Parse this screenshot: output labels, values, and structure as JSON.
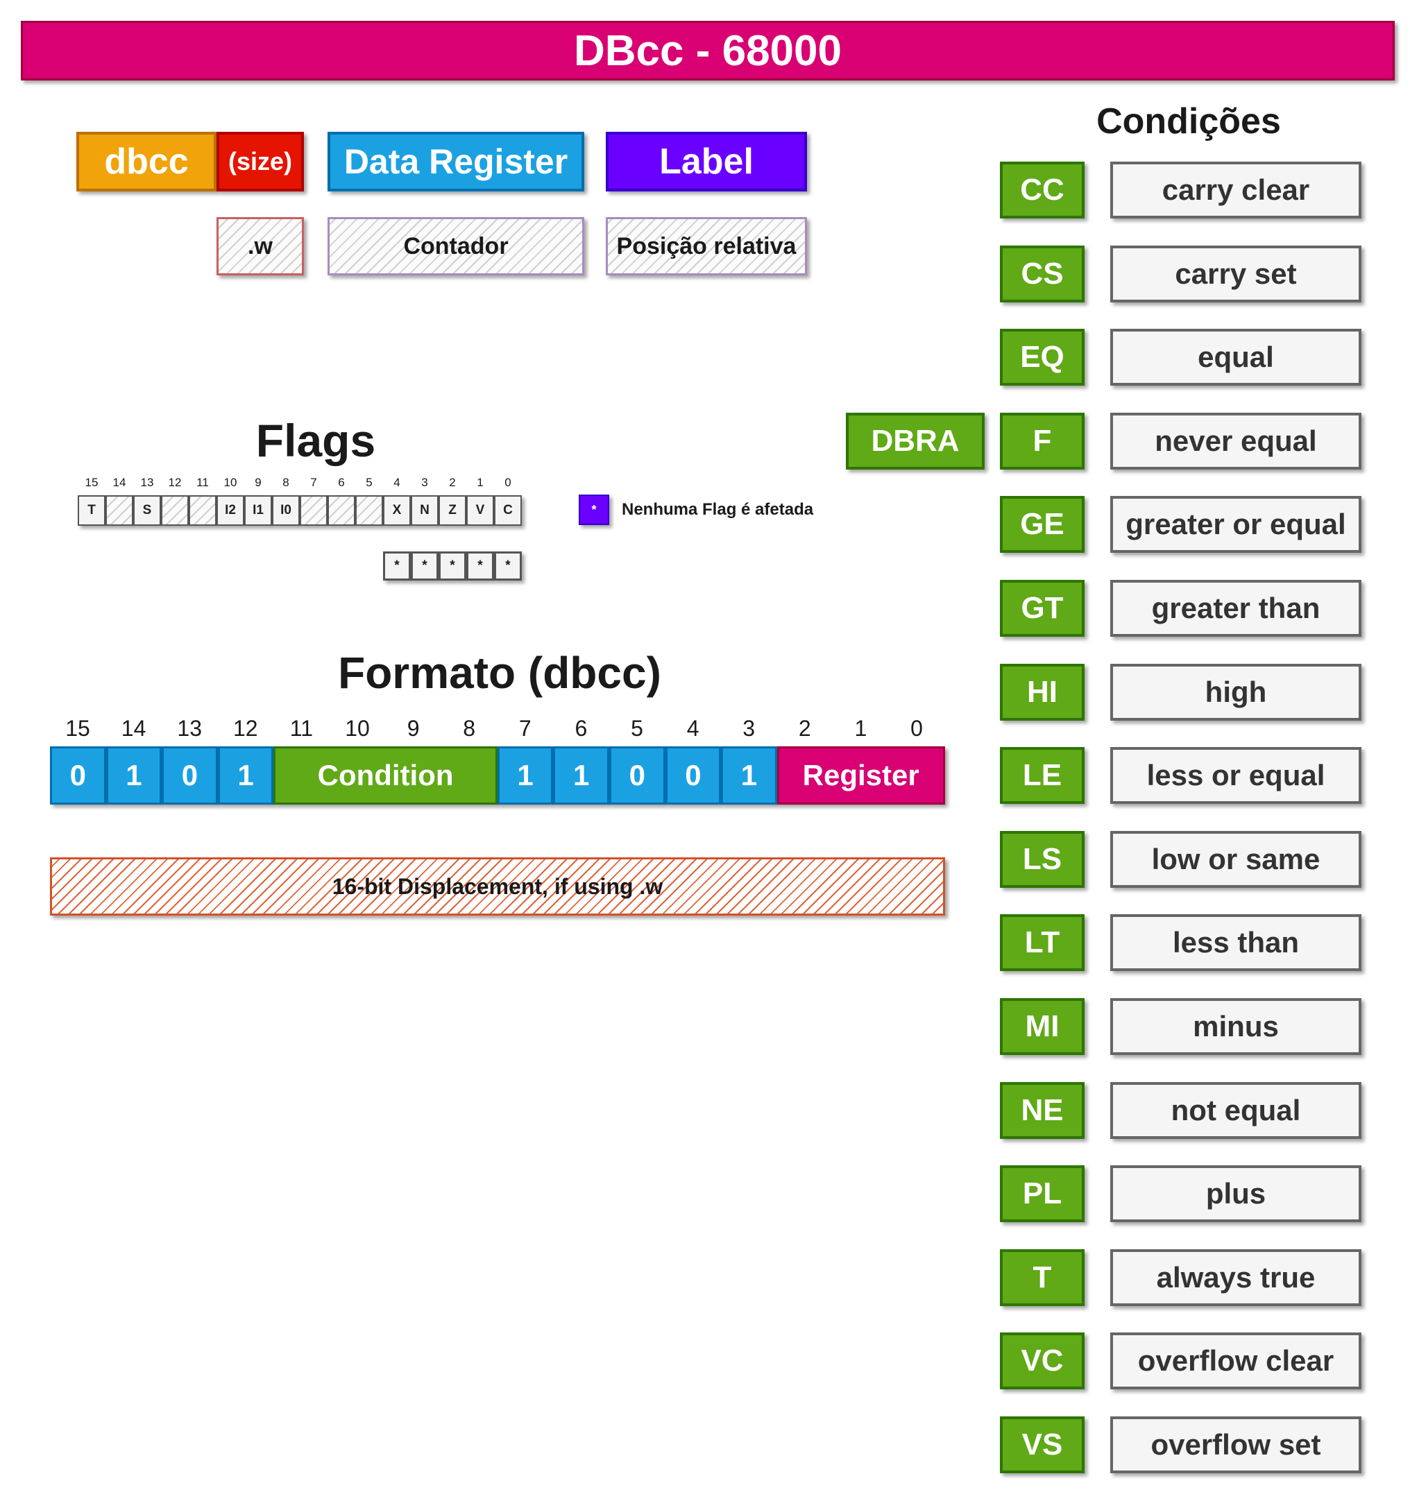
{
  "title": "DBcc - 68000",
  "syntax": {
    "tokens": [
      {
        "label": "dbcc",
        "color": "#f0a30a"
      },
      {
        "label": "(size)",
        "color": "#e51400"
      },
      {
        "label": "Data Register",
        "color": "#1ba1e2"
      },
      {
        "label": "Label",
        "color": "#6a00ff"
      }
    ],
    "captions": [
      ".w",
      "Contador",
      "Posição relativa"
    ]
  },
  "flags": {
    "title": "Flags",
    "bit_numbers": [
      "15",
      "14",
      "13",
      "12",
      "11",
      "10",
      "9",
      "8",
      "7",
      "6",
      "5",
      "4",
      "3",
      "2",
      "1",
      "0"
    ],
    "cells": [
      "T",
      "",
      "S",
      "",
      "",
      "I2",
      "I1",
      "I0",
      "",
      "",
      "",
      "X",
      "N",
      "Z",
      "V",
      "C"
    ],
    "affected": [
      "*",
      "*",
      "*",
      "*",
      "*"
    ],
    "legend": {
      "symbol": "*",
      "text": "Nenhuma Flag é afetada"
    }
  },
  "format": {
    "title": "Formato (dbcc)",
    "bit_numbers": [
      "15",
      "14",
      "13",
      "12",
      "11",
      "10",
      "9",
      "8",
      "7",
      "6",
      "5",
      "4",
      "3",
      "2",
      "1",
      "0"
    ],
    "fields": [
      {
        "label": "0",
        "color": "#1ba1e2"
      },
      {
        "label": "1",
        "color": "#1ba1e2"
      },
      {
        "label": "0",
        "color": "#1ba1e2"
      },
      {
        "label": "1",
        "color": "#1ba1e2"
      },
      {
        "label": "Condition",
        "color": "#60a917"
      },
      {
        "label": "1",
        "color": "#1ba1e2"
      },
      {
        "label": "1",
        "color": "#1ba1e2"
      },
      {
        "label": "0",
        "color": "#1ba1e2"
      },
      {
        "label": "0",
        "color": "#1ba1e2"
      },
      {
        "label": "1",
        "color": "#1ba1e2"
      },
      {
        "label": "Register",
        "color": "#d80073"
      }
    ],
    "displacement": "16-bit Displacement, if using .w"
  },
  "conditions": {
    "title": "Condições",
    "alias": "DBRA",
    "items": [
      {
        "code": "CC",
        "desc": "carry clear"
      },
      {
        "code": "CS",
        "desc": "carry set"
      },
      {
        "code": "EQ",
        "desc": "equal"
      },
      {
        "code": "F",
        "desc": "never equal"
      },
      {
        "code": "GE",
        "desc": "greater or equal"
      },
      {
        "code": "GT",
        "desc": "greater than"
      },
      {
        "code": "HI",
        "desc": "high"
      },
      {
        "code": "LE",
        "desc": "less or equal"
      },
      {
        "code": "LS",
        "desc": "low or same"
      },
      {
        "code": "LT",
        "desc": "less than"
      },
      {
        "code": "MI",
        "desc": "minus"
      },
      {
        "code": "NE",
        "desc": "not equal"
      },
      {
        "code": "PL",
        "desc": "plus"
      },
      {
        "code": "T",
        "desc": "always true"
      },
      {
        "code": "VC",
        "desc": "overflow clear"
      },
      {
        "code": "VS",
        "desc": "overflow set"
      }
    ]
  }
}
